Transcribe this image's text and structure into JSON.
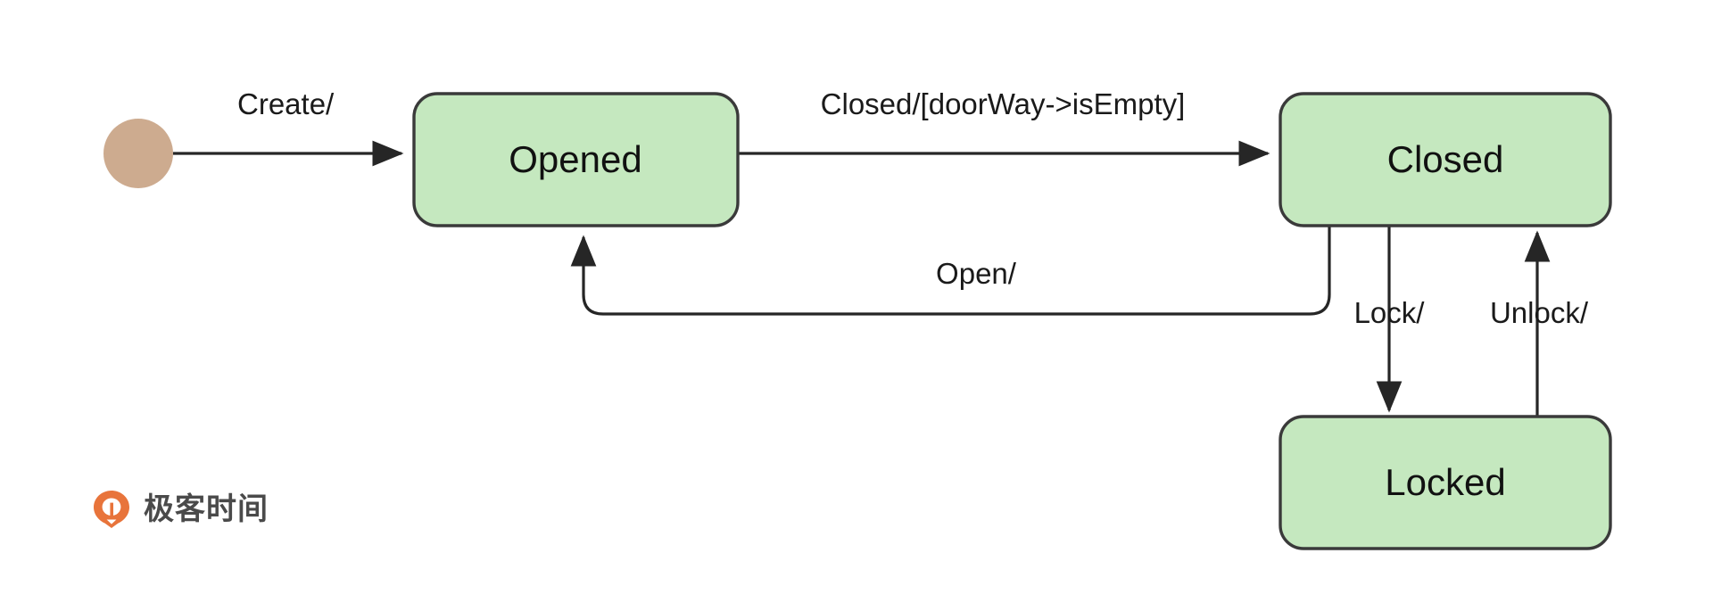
{
  "diagram": {
    "title": "Door UML State Machine Diagram",
    "type": "uml-state-machine",
    "background_color": "#ffffff",
    "state_fill_color": "#c5e8bf",
    "state_stroke_color": "#3a3a3a",
    "edge_color": "#262626",
    "initial_node_color": "#cdab8f",
    "states": [
      {
        "id": "opened",
        "label": "Opened"
      },
      {
        "id": "closed",
        "label": "Closed"
      },
      {
        "id": "locked",
        "label": "Locked"
      }
    ],
    "initial_node": {
      "id": "start",
      "label": ""
    },
    "transitions": [
      {
        "id": "t1",
        "from": "start",
        "to": "opened",
        "label": "Create/"
      },
      {
        "id": "t2",
        "from": "opened",
        "to": "closed",
        "label": "Closed/[doorWay->isEmpty]"
      },
      {
        "id": "t3",
        "from": "closed",
        "to": "opened",
        "label": "Open/"
      },
      {
        "id": "t4",
        "from": "closed",
        "to": "locked",
        "label": "Lock/"
      },
      {
        "id": "t5",
        "from": "locked",
        "to": "closed",
        "label": "Unlock/"
      }
    ]
  },
  "watermark": {
    "brand_text": "极客时间",
    "mark_color": "#e8743b",
    "text_color": "#4a4a4a"
  }
}
